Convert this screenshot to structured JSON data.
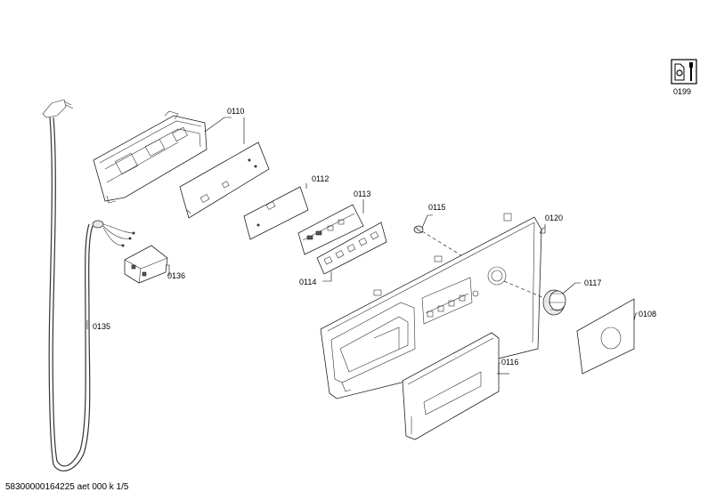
{
  "parts": [
    {
      "id": "p0110",
      "label": "0110"
    },
    {
      "id": "p0112",
      "label": "0112"
    },
    {
      "id": "p0113",
      "label": "0113"
    },
    {
      "id": "p0114",
      "label": "0114"
    },
    {
      "id": "p0115",
      "label": "0115"
    },
    {
      "id": "p0120",
      "label": "0120"
    },
    {
      "id": "p0117",
      "label": "0117"
    },
    {
      "id": "p0108",
      "label": "0108"
    },
    {
      "id": "p0116",
      "label": "0116"
    },
    {
      "id": "p0135",
      "label": "0135"
    },
    {
      "id": "p0136",
      "label": "0136"
    },
    {
      "id": "p0199",
      "label": "0199"
    }
  ],
  "footer": {
    "text": "58300000164225 aet 000 k 1/5"
  },
  "icons": {
    "service": "wrench-document-icon"
  }
}
